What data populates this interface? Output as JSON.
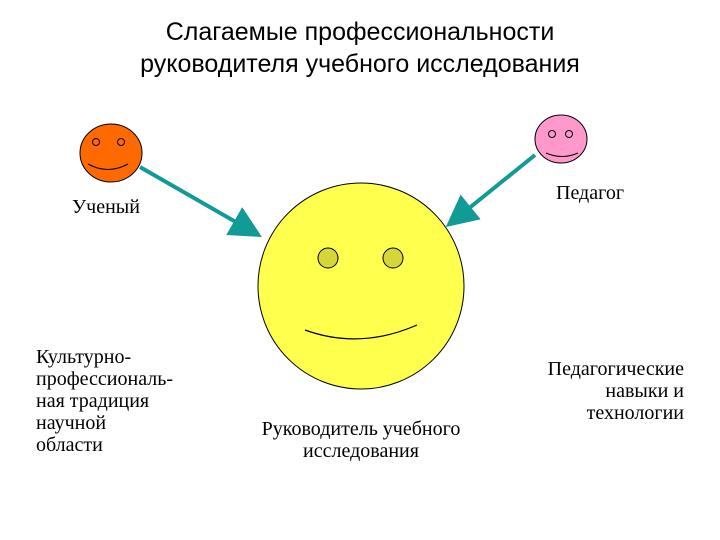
{
  "title": {
    "lines": [
      "Слагаемые профессиональности",
      "руководителя учебного исследования"
    ]
  },
  "nodes": {
    "scientist": {
      "label": "Ученый",
      "color": "#ff6a00"
    },
    "teacher": {
      "label": "Педагог",
      "color": "#ff99cc"
    },
    "leader": {
      "label_lines": [
        "Руководитель учебного",
        "исследования"
      ],
      "color": "#ffff4d",
      "eye_color": "#d6d63a"
    }
  },
  "left_text": {
    "lines": [
      "Культурно-",
      "профессиональ-",
      "ная традиция",
      "научной",
      "области"
    ]
  },
  "right_text": {
    "lines": [
      "Педагогические",
      "навыки и",
      "технологии"
    ]
  },
  "arrow_color": "#119a96"
}
